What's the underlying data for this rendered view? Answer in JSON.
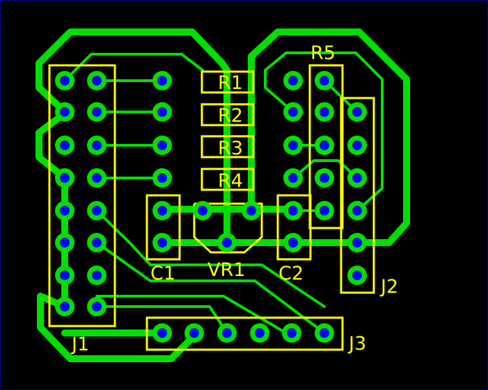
{
  "colors": {
    "background": "#000000",
    "border": "#0000a0",
    "copper": "#00e000",
    "silkscreen": "#ffff00",
    "drill": "#0000ff"
  },
  "labels": {
    "r1": "R1",
    "r2": "R2",
    "r3": "R3",
    "r4": "R4",
    "r5": "R5",
    "c1": "C1",
    "c2": "C2",
    "vr1": "VR1",
    "j1": "J1",
    "j2": "J2",
    "j3": "J3"
  }
}
